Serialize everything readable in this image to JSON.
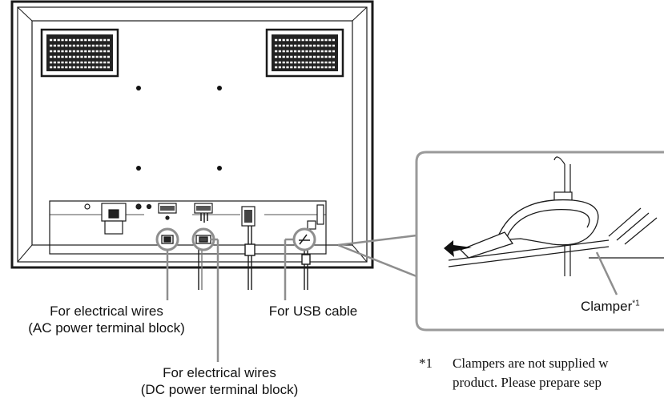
{
  "labels": {
    "ac_line1": "For electrical wires",
    "ac_line2": "(AC power terminal block)",
    "dc_line1": "For electrical wires",
    "dc_line2": "(DC power terminal block)",
    "usb": "For USB cable",
    "clamper": "Clamper",
    "clamper_ref": "*1"
  },
  "footnote": {
    "mark": "*1",
    "line1": "Clampers are not supplied w",
    "line2": "product. Please prepare sep"
  },
  "colors": {
    "line": "#1a1a1a",
    "callout": "#9a9a9a",
    "panel": "#ffffff",
    "vent": "#222222"
  }
}
